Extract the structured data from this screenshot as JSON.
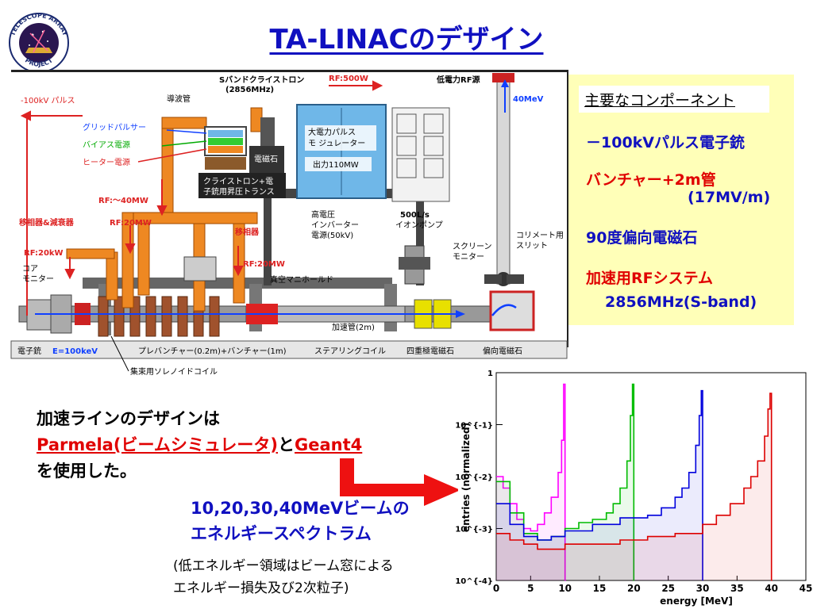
{
  "title": "TA-LINACのデザイン",
  "logo": {
    "top_text": "TELESCOPE ARRAY",
    "bottom_text": "PROJECT"
  },
  "diagram": {
    "labels": {
      "waveguide": "導波管",
      "klystron": "Sバンドクライストロン",
      "klystron_freq": "(2856MHz)",
      "rf500": "RF:500W",
      "low_power_rf": "低電力RF源",
      "mev40": "40MeV",
      "pulse100": "-100kV パルス",
      "grid_pulser": "グリッドパルサー",
      "bias_supply": "バイアス電源",
      "heater_supply": "ヒーター電源",
      "magnet": "電磁石",
      "modulator_1": "大電力パルス",
      "modulator_2": "モ ジュレーター",
      "output": "出力110MW",
      "transformer_1": "クライストロン+電",
      "transformer_2": "子銃用昇圧トランス",
      "rf40": "RF:～40MW",
      "rf20_a": "RF:20MW",
      "phase_shift_atten": "移相器&減衰器",
      "phase_shifter": "移相器",
      "rf20_b": "RF:20MW",
      "rf20k": "RF:20kW",
      "core_monitor_1": "コア",
      "core_monitor_2": "モニター",
      "inverter_1": "高電圧",
      "inverter_2": "インバーター",
      "inverter_3": "電源(50kV)",
      "pump_1": "500L/s",
      "pump_2": "イオンポンプ",
      "screen_1": "スクリーン",
      "screen_2": "モニター",
      "collimator_1": "コリメート用",
      "collimator_2": "スリット",
      "vacuum_manifold": "真空マニホールド",
      "accel_tube": "加速管(2m)",
      "gun": "電子銃",
      "gun_energy": "E=100keV",
      "buncher": "プレバンチャー(0.2m)+バンチャー(1m)",
      "steering": "ステアリングコイル",
      "quadrupole": "四重極電磁石",
      "bending": "偏向電磁石",
      "solenoid": "集束用ソレノイドコイル"
    }
  },
  "components": {
    "heading": "主要なコンポーネント",
    "items": [
      "－100kVパルス電子銃",
      "バンチャー+2m管",
      "(17MV/m)",
      "90度偏向電磁石",
      "加速用RFシステム",
      "2856MHz(S-band)"
    ]
  },
  "text": {
    "line1": "加速ラインのデザインは",
    "parmela": "Parmela(ビームシミュレータ)",
    "to": "と",
    "geant": "Geant4",
    "line3": "を使用した。",
    "spectrum_1": "10,20,30,40MeVビームの",
    "spectrum_2": "エネルギースペクトラム",
    "note_1": "(低エネルギー領域はビーム窓による",
    "note_2": "エネルギー損失及び2次粒子)"
  },
  "chart_data": {
    "type": "line",
    "xlabel": "energy [MeV]",
    "ylabel": "entries (normalized)",
    "xlim": [
      0,
      45
    ],
    "ylim": [
      0.0001,
      1
    ],
    "yscale": "log",
    "x_ticks": [
      0,
      5,
      10,
      15,
      20,
      25,
      30,
      35,
      40,
      45
    ],
    "y_ticks": [
      "10^{-4}",
      "10^{-3}",
      "10^{-2}",
      "10^{-1}",
      "1"
    ],
    "series": [
      {
        "color": "#ff00ff",
        "peak": 10,
        "x": [
          0,
          1,
          2,
          3,
          4,
          5,
          6,
          7,
          8,
          9,
          9.5,
          9.8,
          10
        ],
        "y": [
          0.01,
          0.006,
          0.003,
          0.0015,
          0.001,
          0.0009,
          0.0012,
          0.002,
          0.004,
          0.012,
          0.05,
          0.6,
          0.0001
        ]
      },
      {
        "color": "#00bb00",
        "peak": 20,
        "x": [
          0,
          2,
          4,
          6,
          8,
          10,
          12,
          14,
          16,
          17,
          18,
          19,
          19.5,
          19.8,
          20
        ],
        "y": [
          0.008,
          0.002,
          0.0008,
          0.0006,
          0.0007,
          0.001,
          0.0013,
          0.0015,
          0.002,
          0.003,
          0.006,
          0.02,
          0.15,
          0.6,
          0.0001
        ]
      },
      {
        "color": "#0000dd",
        "peak": 30,
        "x": [
          0,
          2,
          4,
          6,
          8,
          10,
          14,
          18,
          22,
          24,
          26,
          27,
          28,
          29,
          29.5,
          29.8,
          30
        ],
        "y": [
          0.003,
          0.0012,
          0.0007,
          0.0006,
          0.0007,
          0.0009,
          0.0012,
          0.0016,
          0.0018,
          0.0025,
          0.004,
          0.006,
          0.012,
          0.04,
          0.15,
          0.45,
          0.0001
        ]
      },
      {
        "color": "#dd0000",
        "peak": 40,
        "x": [
          0,
          2,
          4,
          6,
          8,
          10,
          14,
          18,
          22,
          26,
          30,
          32,
          34,
          36,
          37,
          38,
          39,
          39.5,
          39.8,
          40
        ],
        "y": [
          0.0008,
          0.0006,
          0.0005,
          0.0004,
          0.0004,
          0.0005,
          0.0005,
          0.0006,
          0.0007,
          0.0008,
          0.0012,
          0.0018,
          0.003,
          0.006,
          0.01,
          0.02,
          0.06,
          0.2,
          0.4,
          0.0001
        ]
      }
    ]
  }
}
